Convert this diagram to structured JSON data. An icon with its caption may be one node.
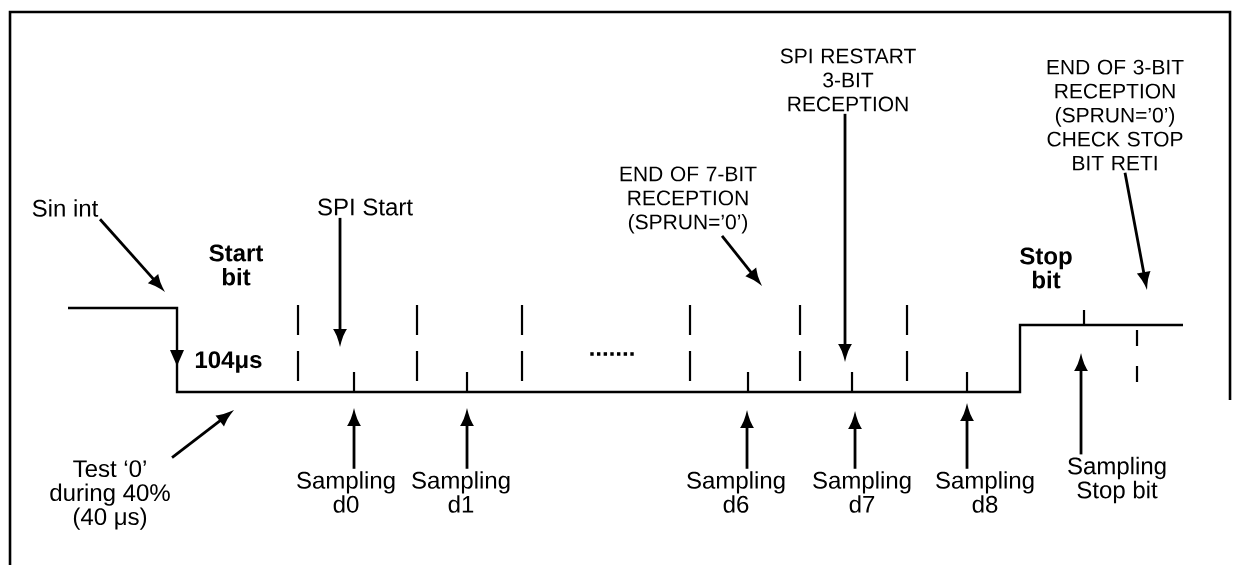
{
  "diagram": {
    "nodes": [
      {
        "text": [
          "Sin int"
        ]
      },
      {
        "text": [
          "Test ‘0’ during 40% (40 μs)"
        ]
      },
      {
        "text": [
          "SPI Start"
        ]
      },
      {
        "text": [
          "END OF 7-BIT RECEPTION (SPRUN=’0’)"
        ]
      },
      {
        "text": [
          "SPI RESTART 3-BIT RECEPTION"
        ]
      },
      {
        "text": [
          "END OF 3-BIT RECEPTION (SPRUN=’0’) CHECK STOP BIT RETI"
        ]
      },
      {
        "text": [
          "Sampling d0"
        ]
      },
      {
        "text": [
          "Sampling d1"
        ]
      },
      {
        "text": [
          "Sampling d6"
        ]
      },
      {
        "text": [
          "Sampling d7"
        ]
      },
      {
        "text": [
          "Sampling d8"
        ]
      },
      {
        "text": [
          "Sampling Stop bit"
        ]
      }
    ],
    "edges": [
      {
        "from": 0,
        "to": null,
        "arrow": "to"
      },
      {
        "from": 1,
        "to": null,
        "arrow": "to"
      },
      {
        "from": 2,
        "to": null,
        "arrow": "to"
      },
      {
        "from": 3,
        "to": null,
        "arrow": "to"
      },
      {
        "from": 4,
        "to": null,
        "arrow": "to"
      },
      {
        "from": 5,
        "to": null,
        "arrow": "to"
      },
      {
        "from": 6,
        "to": null,
        "arrow": "to"
      },
      {
        "from": 7,
        "to": null,
        "arrow": "to"
      },
      {
        "from": 8,
        "to": null,
        "arrow": "to"
      },
      {
        "from": 9,
        "to": null,
        "arrow": "to"
      },
      {
        "from": 10,
        "to": null,
        "arrow": "to"
      },
      {
        "from": 11,
        "to": null,
        "arrow": "to"
      }
    ],
    "labels": [
      "Start bit",
      "104μs",
      ".......",
      "Stop bit"
    ]
  }
}
